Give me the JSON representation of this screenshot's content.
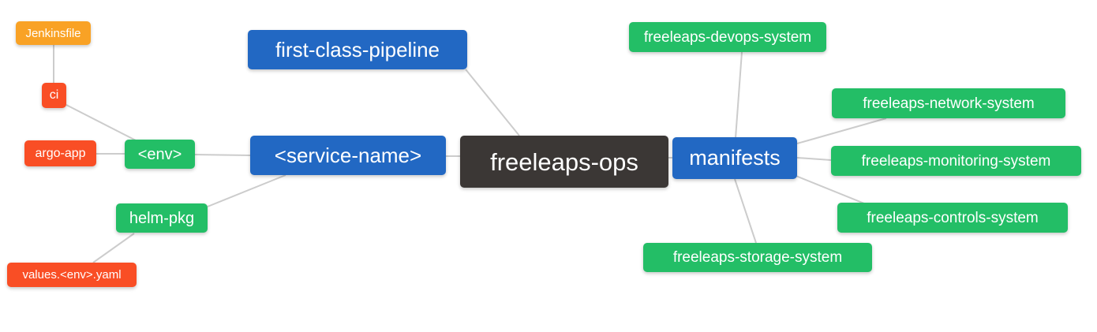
{
  "diagram": {
    "type": "mindmap",
    "background": "#ffffff",
    "edge_color": "#cccccc"
  },
  "colors": {
    "root_bg": "#3b3735",
    "branch_blue": "#2268c3",
    "leaf_green": "#23be66",
    "leaf_red": "#f94e25",
    "leaf_orange": "#f9a225",
    "text": "#ffffff"
  },
  "nodes": {
    "root": {
      "label": "freeleaps-ops"
    },
    "first_class_pipeline": {
      "label": "first-class-pipeline"
    },
    "service_name": {
      "label": "<service-name>"
    },
    "manifests": {
      "label": "manifests"
    },
    "env": {
      "label": "<env>"
    },
    "helm_pkg": {
      "label": "helm-pkg"
    },
    "ci": {
      "label": "ci"
    },
    "argo_app": {
      "label": "argo-app"
    },
    "jenkinsfile": {
      "label": "Jenkinsfile"
    },
    "values_env_yaml": {
      "label": "values.<env>.yaml"
    },
    "devops_system": {
      "label": "freeleaps-devops-system"
    },
    "network_system": {
      "label": "freeleaps-network-system"
    },
    "monitoring_system": {
      "label": "freeleaps-monitoring-system"
    },
    "controls_system": {
      "label": "freeleaps-controls-system"
    },
    "storage_system": {
      "label": "freeleaps-storage-system"
    }
  },
  "edges": [
    {
      "from": "freeleaps-ops",
      "to": "first-class-pipeline"
    },
    {
      "from": "freeleaps-ops",
      "to": "<service-name>"
    },
    {
      "from": "freeleaps-ops",
      "to": "manifests"
    },
    {
      "from": "<service-name>",
      "to": "<env>"
    },
    {
      "from": "<service-name>",
      "to": "helm-pkg"
    },
    {
      "from": "<env>",
      "to": "ci"
    },
    {
      "from": "<env>",
      "to": "argo-app"
    },
    {
      "from": "ci",
      "to": "Jenkinsfile"
    },
    {
      "from": "helm-pkg",
      "to": "values.<env>.yaml"
    },
    {
      "from": "manifests",
      "to": "freeleaps-devops-system"
    },
    {
      "from": "manifests",
      "to": "freeleaps-network-system"
    },
    {
      "from": "manifests",
      "to": "freeleaps-monitoring-system"
    },
    {
      "from": "manifests",
      "to": "freeleaps-controls-system"
    },
    {
      "from": "manifests",
      "to": "freeleaps-storage-system"
    }
  ]
}
